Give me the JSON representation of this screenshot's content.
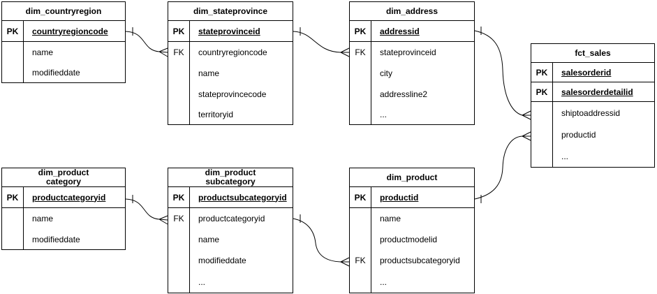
{
  "tables": {
    "countryregion": {
      "title": "dim_countryregion",
      "keys": [
        {
          "badge": "PK",
          "field": "countryregioncode"
        }
      ],
      "attrs": [
        {
          "badge": "",
          "field": "name"
        },
        {
          "badge": "",
          "field": "modifieddate"
        }
      ]
    },
    "stateprovince": {
      "title": "dim_stateprovince",
      "keys": [
        {
          "badge": "PK",
          "field": "stateprovinceid"
        }
      ],
      "attrs": [
        {
          "badge": "FK",
          "field": "countryregioncode"
        },
        {
          "badge": "",
          "field": "name"
        },
        {
          "badge": "",
          "field": "stateprovincecode"
        },
        {
          "badge": "",
          "field": "territoryid"
        }
      ]
    },
    "address": {
      "title": "dim_address",
      "keys": [
        {
          "badge": "PK",
          "field": "addressid"
        }
      ],
      "attrs": [
        {
          "badge": "FK",
          "field": "stateprovinceid"
        },
        {
          "badge": "",
          "field": "city"
        },
        {
          "badge": "",
          "field": "addressline2"
        },
        {
          "badge": "",
          "field": "..."
        }
      ]
    },
    "fct_sales": {
      "title": "fct_sales",
      "keys": [
        {
          "badge": "PK",
          "field": "salesorderid"
        },
        {
          "badge": "PK",
          "field": "salesorderdetailid"
        }
      ],
      "attrs": [
        {
          "badge": "",
          "field": "shiptoaddressid"
        },
        {
          "badge": "",
          "field": "productid"
        },
        {
          "badge": "",
          "field": "..."
        }
      ]
    },
    "productcategory": {
      "title": "dim_product",
      "title2": "category",
      "keys": [
        {
          "badge": "PK",
          "field": "productcategoryid"
        }
      ],
      "attrs": [
        {
          "badge": "",
          "field": "name"
        },
        {
          "badge": "",
          "field": "modifieddate"
        }
      ]
    },
    "productsubcategory": {
      "title": "dim_product",
      "title2": "subcategory",
      "keys": [
        {
          "badge": "PK",
          "field": "productsubcategoryid"
        }
      ],
      "attrs": [
        {
          "badge": "FK",
          "field": "productcategoryid"
        },
        {
          "badge": "",
          "field": "name"
        },
        {
          "badge": "",
          "field": "modifieddate"
        },
        {
          "badge": "",
          "field": "..."
        }
      ]
    },
    "product": {
      "title": "dim_product",
      "keys": [
        {
          "badge": "PK",
          "field": "productid"
        }
      ],
      "attrs": [
        {
          "badge": "",
          "field": "name"
        },
        {
          "badge": "",
          "field": "productmodelid"
        },
        {
          "badge": "FK",
          "field": "productsubcategoryid"
        },
        {
          "badge": "",
          "field": "..."
        }
      ]
    }
  },
  "relationships": [
    {
      "from": "dim_countryregion.countryregioncode",
      "to": "dim_stateprovince.countryregioncode",
      "cardinality": "one-to-many"
    },
    {
      "from": "dim_stateprovince.stateprovinceid",
      "to": "dim_address.stateprovinceid",
      "cardinality": "one-to-many"
    },
    {
      "from": "dim_address.addressid",
      "to": "fct_sales.shiptoaddressid",
      "cardinality": "one-to-many"
    },
    {
      "from": "dim_product.productid",
      "to": "fct_sales.productid",
      "cardinality": "one-to-many"
    },
    {
      "from": "dim_productcategory.productcategoryid",
      "to": "dim_productsubcategory.productcategoryid",
      "cardinality": "one-to-many"
    },
    {
      "from": "dim_productsubcategory.productsubcategoryid",
      "to": "dim_product.productsubcategoryid",
      "cardinality": "one-to-many"
    }
  ],
  "colors": {
    "background": "#ffffff",
    "border": "#000000",
    "text": "#000000"
  }
}
